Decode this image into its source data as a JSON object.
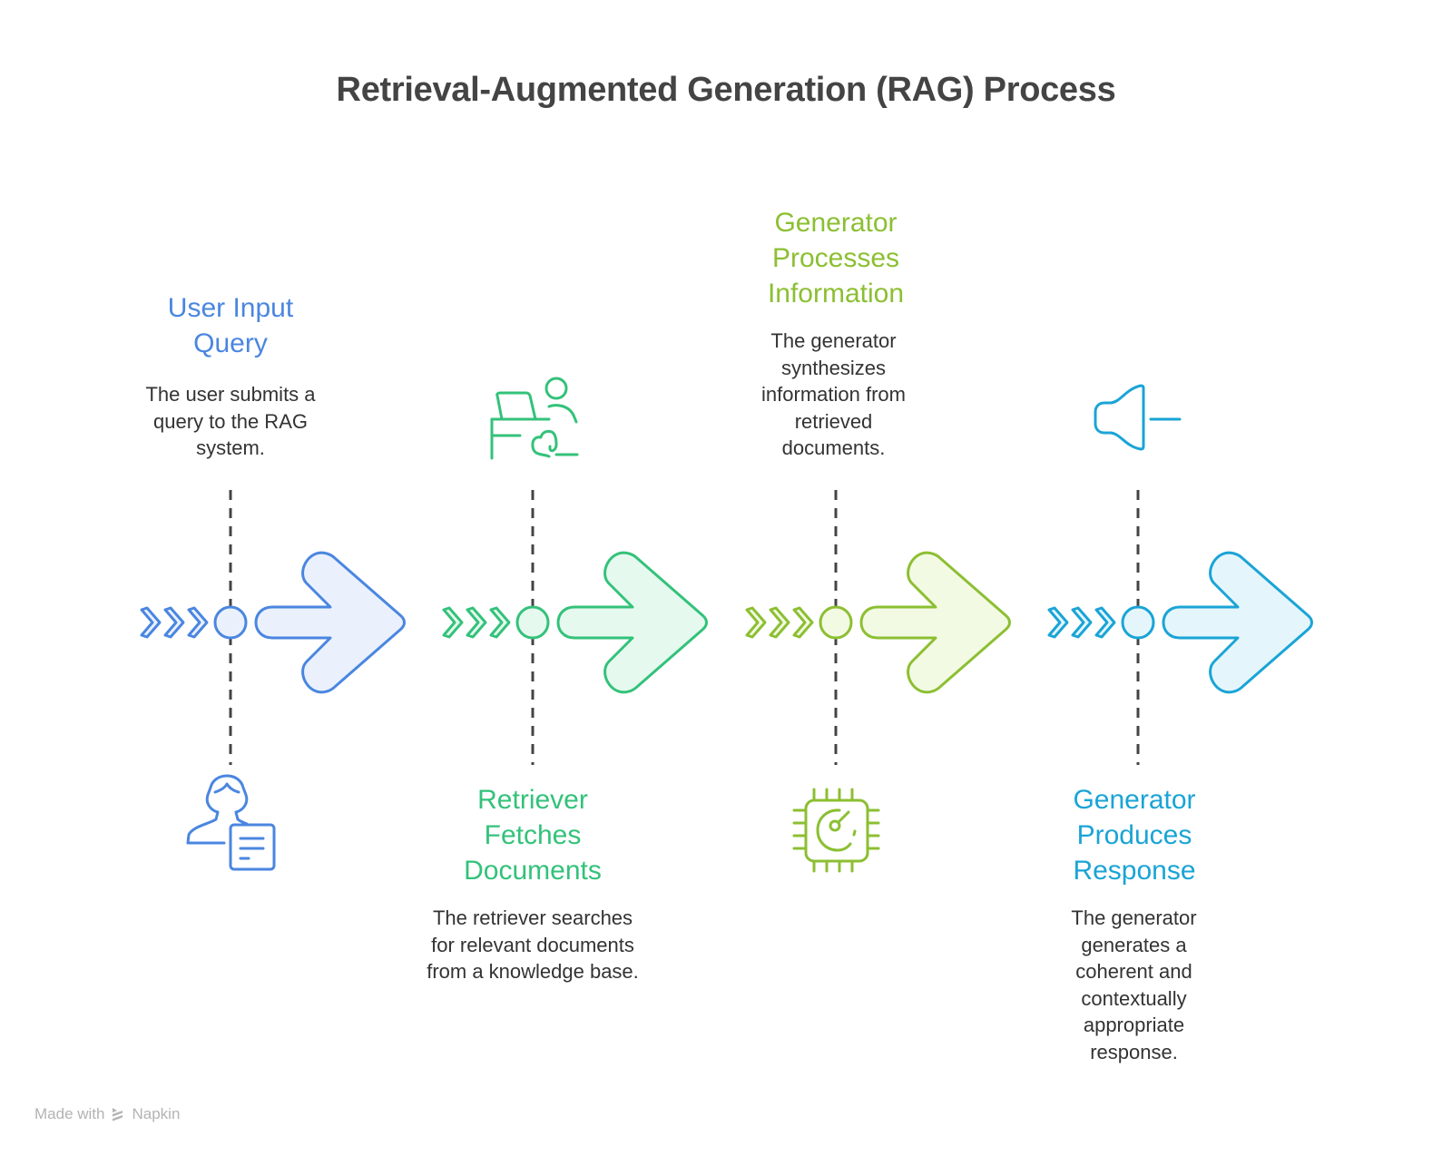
{
  "title": "Retrieval-Augmented Generation (RAG) Process",
  "steps": [
    {
      "title_lines": [
        "User Input",
        "Query"
      ],
      "description": "The user submits a query to the RAG system.",
      "icon": "user-document-icon",
      "color": "#4a86e0",
      "fill": "#eaf1fd",
      "text_position": "top",
      "icon_position": "bottom"
    },
    {
      "title_lines": [
        "Retriever",
        "Fetches",
        "Documents"
      ],
      "description": "The retriever searches for relevant documents from a knowledge base.",
      "icon": "person-laptop-dog-icon",
      "color": "#33c27a",
      "fill": "#e6f9ef",
      "text_position": "bottom",
      "icon_position": "top"
    },
    {
      "title_lines": [
        "Generator",
        "Processes",
        "Information"
      ],
      "description": "The generator synthesizes information from retrieved documents.",
      "icon": "processor-chip-icon",
      "color": "#8cbf32",
      "fill": "#f3fae3",
      "text_position": "top",
      "icon_position": "bottom"
    },
    {
      "title_lines": [
        "Generator",
        "Produces",
        "Response"
      ],
      "description": "The generator generates a coherent and contextually appropriate response.",
      "icon": "speaker-output-icon",
      "color": "#1aa4d6",
      "fill": "#e4f6fc",
      "text_position": "bottom",
      "icon_position": "top"
    }
  ],
  "footer": {
    "made_with": "Made with",
    "brand": "Napkin",
    "logo_icon": "napkin-logo-icon"
  }
}
